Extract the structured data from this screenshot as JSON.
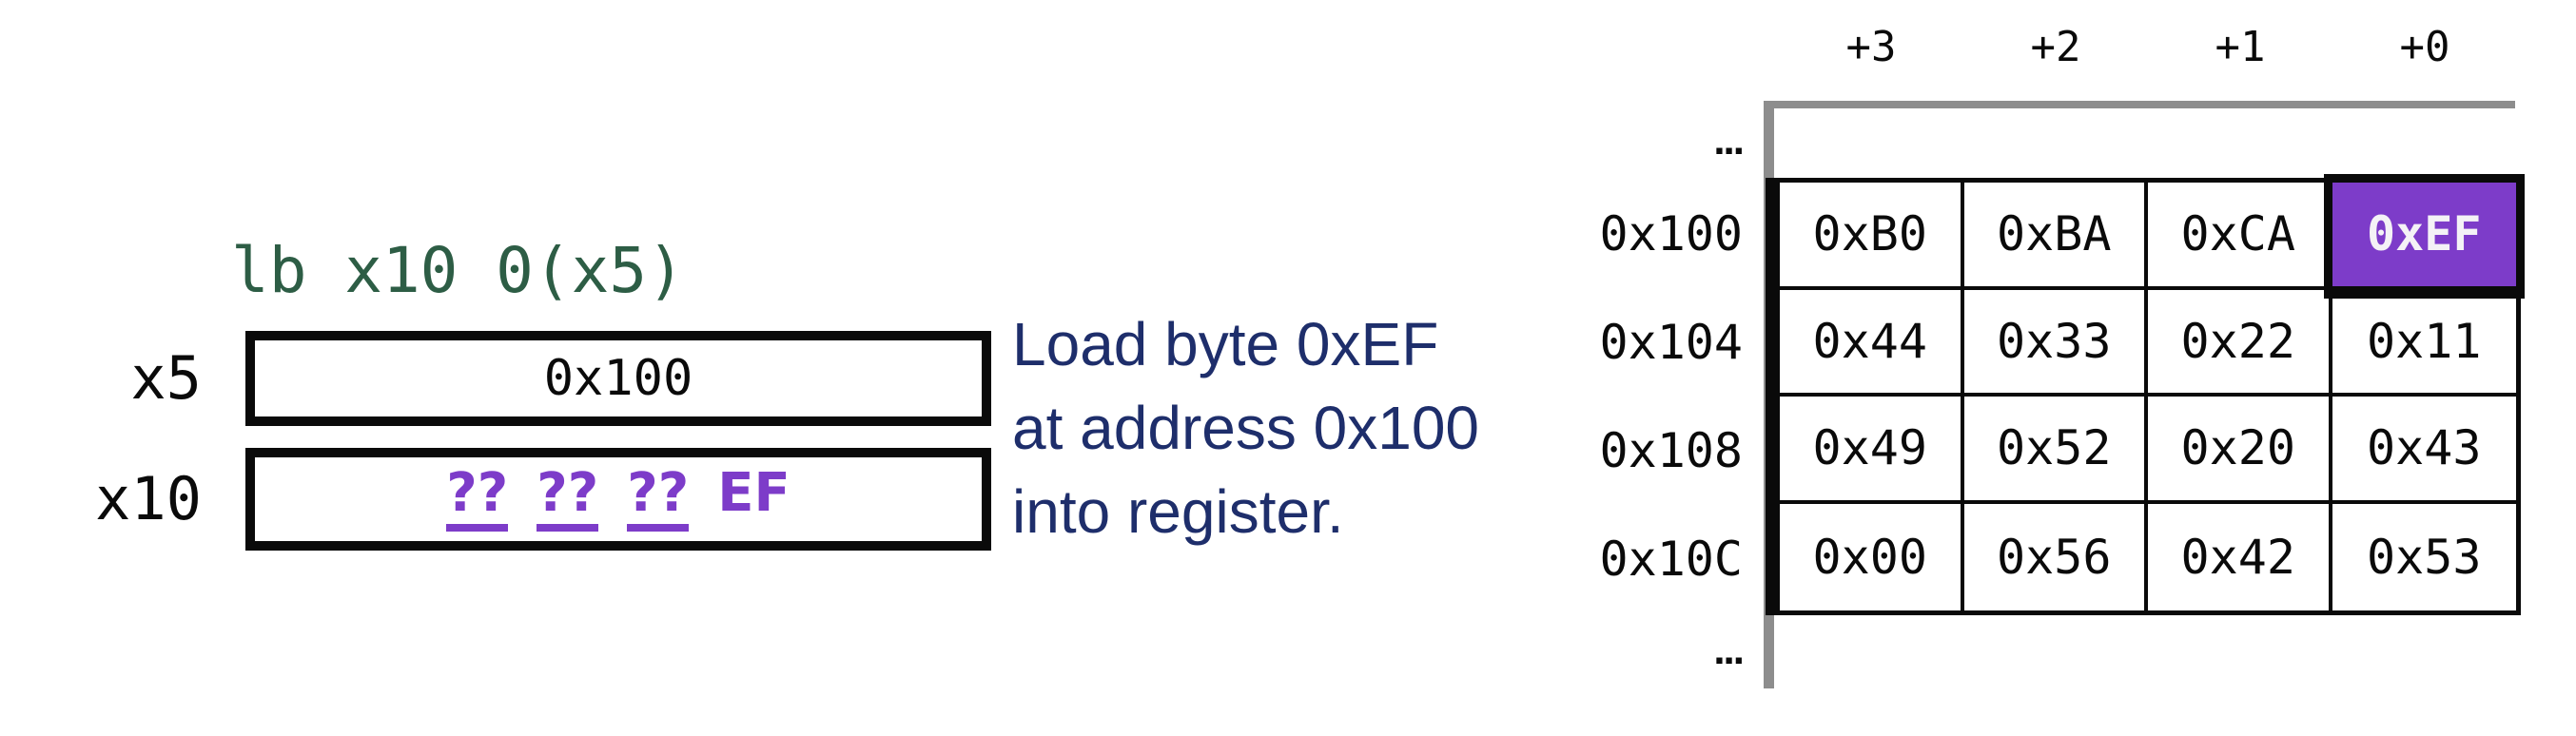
{
  "instruction": "lb x10 0(x5)",
  "registers": {
    "x5": {
      "label": "x5",
      "value": "0x100"
    },
    "x10": {
      "label": "x10",
      "bytes": [
        "??",
        "??",
        "??",
        "EF"
      ]
    }
  },
  "caption": "Load byte 0xEF\nat address 0x100\ninto register.",
  "memory": {
    "byte_offset_headers": [
      "+3",
      "+2",
      "+1",
      "+0"
    ],
    "ellipsis_top": "...",
    "ellipsis_bottom": "...",
    "rows": [
      {
        "address": "0x100",
        "bytes": [
          "0xB0",
          "0xBA",
          "0xCA",
          "0xEF"
        ]
      },
      {
        "address": "0x104",
        "bytes": [
          "0x44",
          "0x33",
          "0x22",
          "0x11"
        ]
      },
      {
        "address": "0x108",
        "bytes": [
          "0x49",
          "0x52",
          "0x20",
          "0x43"
        ]
      },
      {
        "address": "0x10C",
        "bytes": [
          "0x00",
          "0x56",
          "0x42",
          "0x53"
        ]
      }
    ],
    "highlighted_cell": {
      "row": 0,
      "col": 3,
      "value": "0xEF"
    }
  },
  "colors": {
    "instruction_green": "#2d5d45",
    "caption_navy": "#1e2e6b",
    "highlight_purple": "#7d3cc9",
    "highlight_text": "#f4f2f6",
    "memory_rail_gray": "#8d8d8d",
    "border_black": "#0a0a0a"
  }
}
